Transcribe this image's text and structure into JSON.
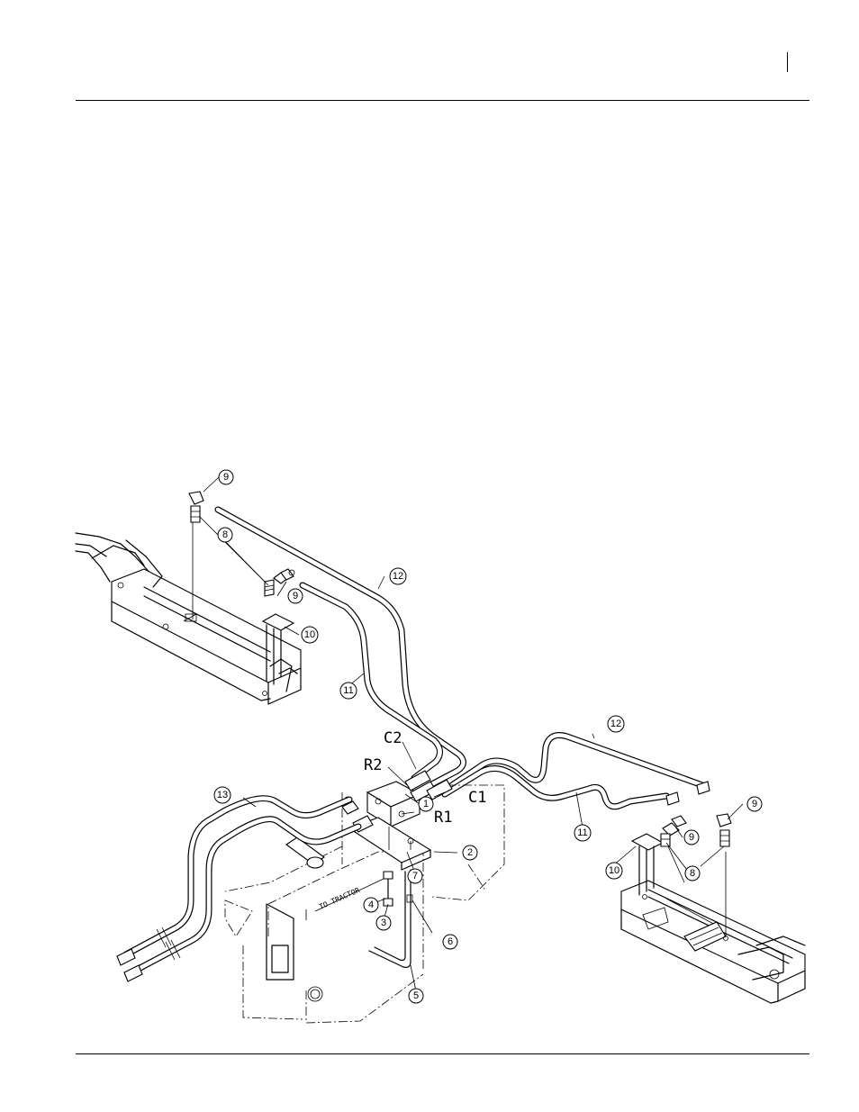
{
  "ports": {
    "c2": "C2",
    "r2": "R2",
    "r1": "R1",
    "c1": "C1"
  },
  "stencil": "TO TRACTOR",
  "callouts": {
    "n1": "1",
    "n2": "2",
    "n3": "3",
    "n4": "4",
    "n5": "5",
    "n6": "6",
    "n7": "7",
    "n8a": "8",
    "n8b": "8",
    "n9a": "9",
    "n9b": "9",
    "n9c": "9",
    "n9d": "9",
    "n10a": "10",
    "n10b": "10",
    "n11a": "11",
    "n11b": "11",
    "n12a": "12",
    "n12b": "12",
    "n13": "13"
  }
}
